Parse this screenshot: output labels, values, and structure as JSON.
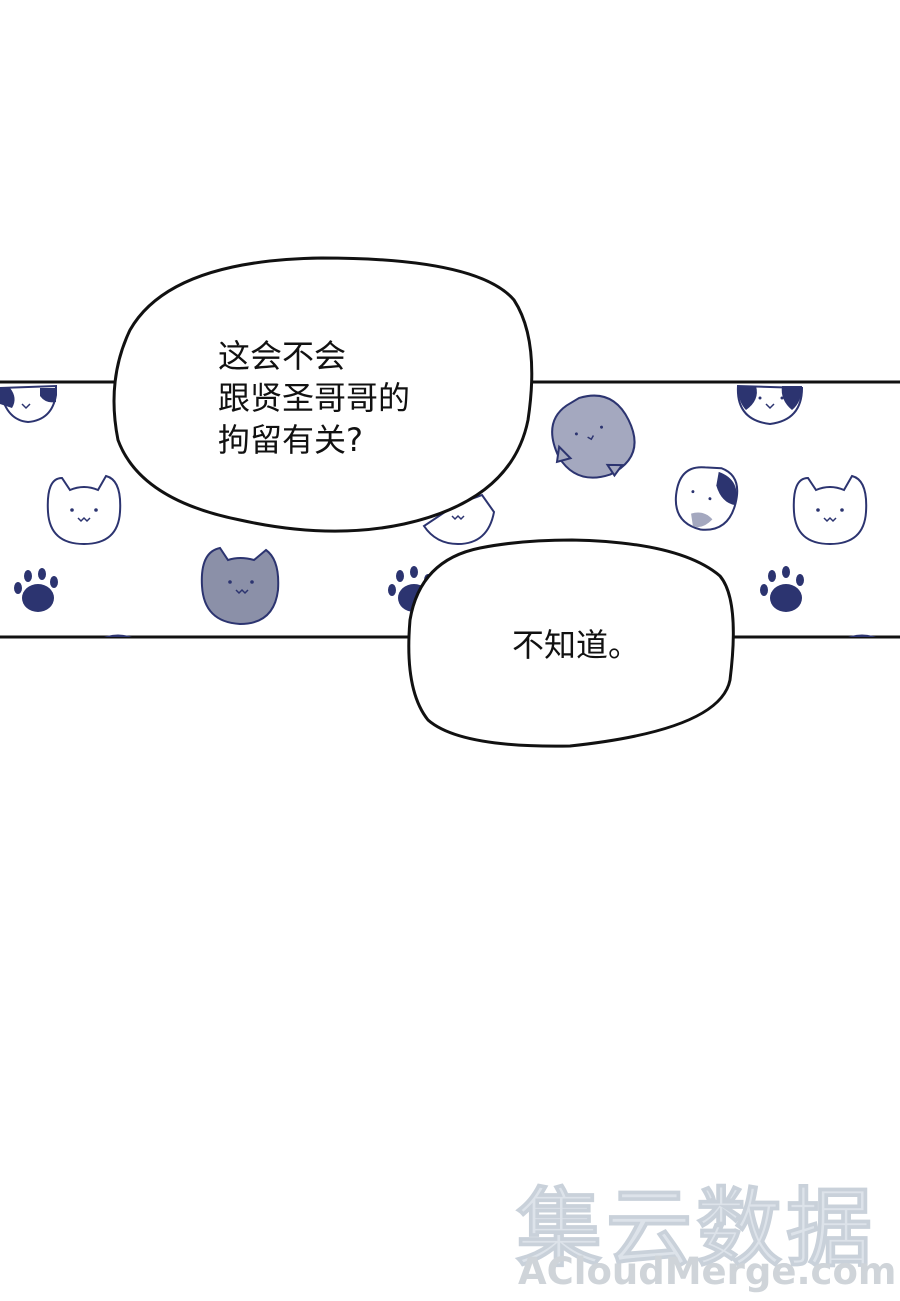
{
  "bubbles": [
    {
      "lines": [
        "这会不会",
        "跟贤圣哥哥的",
        "拘留有关?"
      ]
    },
    {
      "lines": [
        "不知道。"
      ]
    }
  ],
  "watermark": {
    "chinese": "集云数据",
    "english": "ACloudMerge.com"
  },
  "colors": {
    "background": "#ffffff",
    "strip_line": "#111111",
    "cat_outline": "#2c3470",
    "cat_fill_gray": "#8b90a8",
    "paw_fill": "#2c3470",
    "watermark": "#dde3ea"
  }
}
